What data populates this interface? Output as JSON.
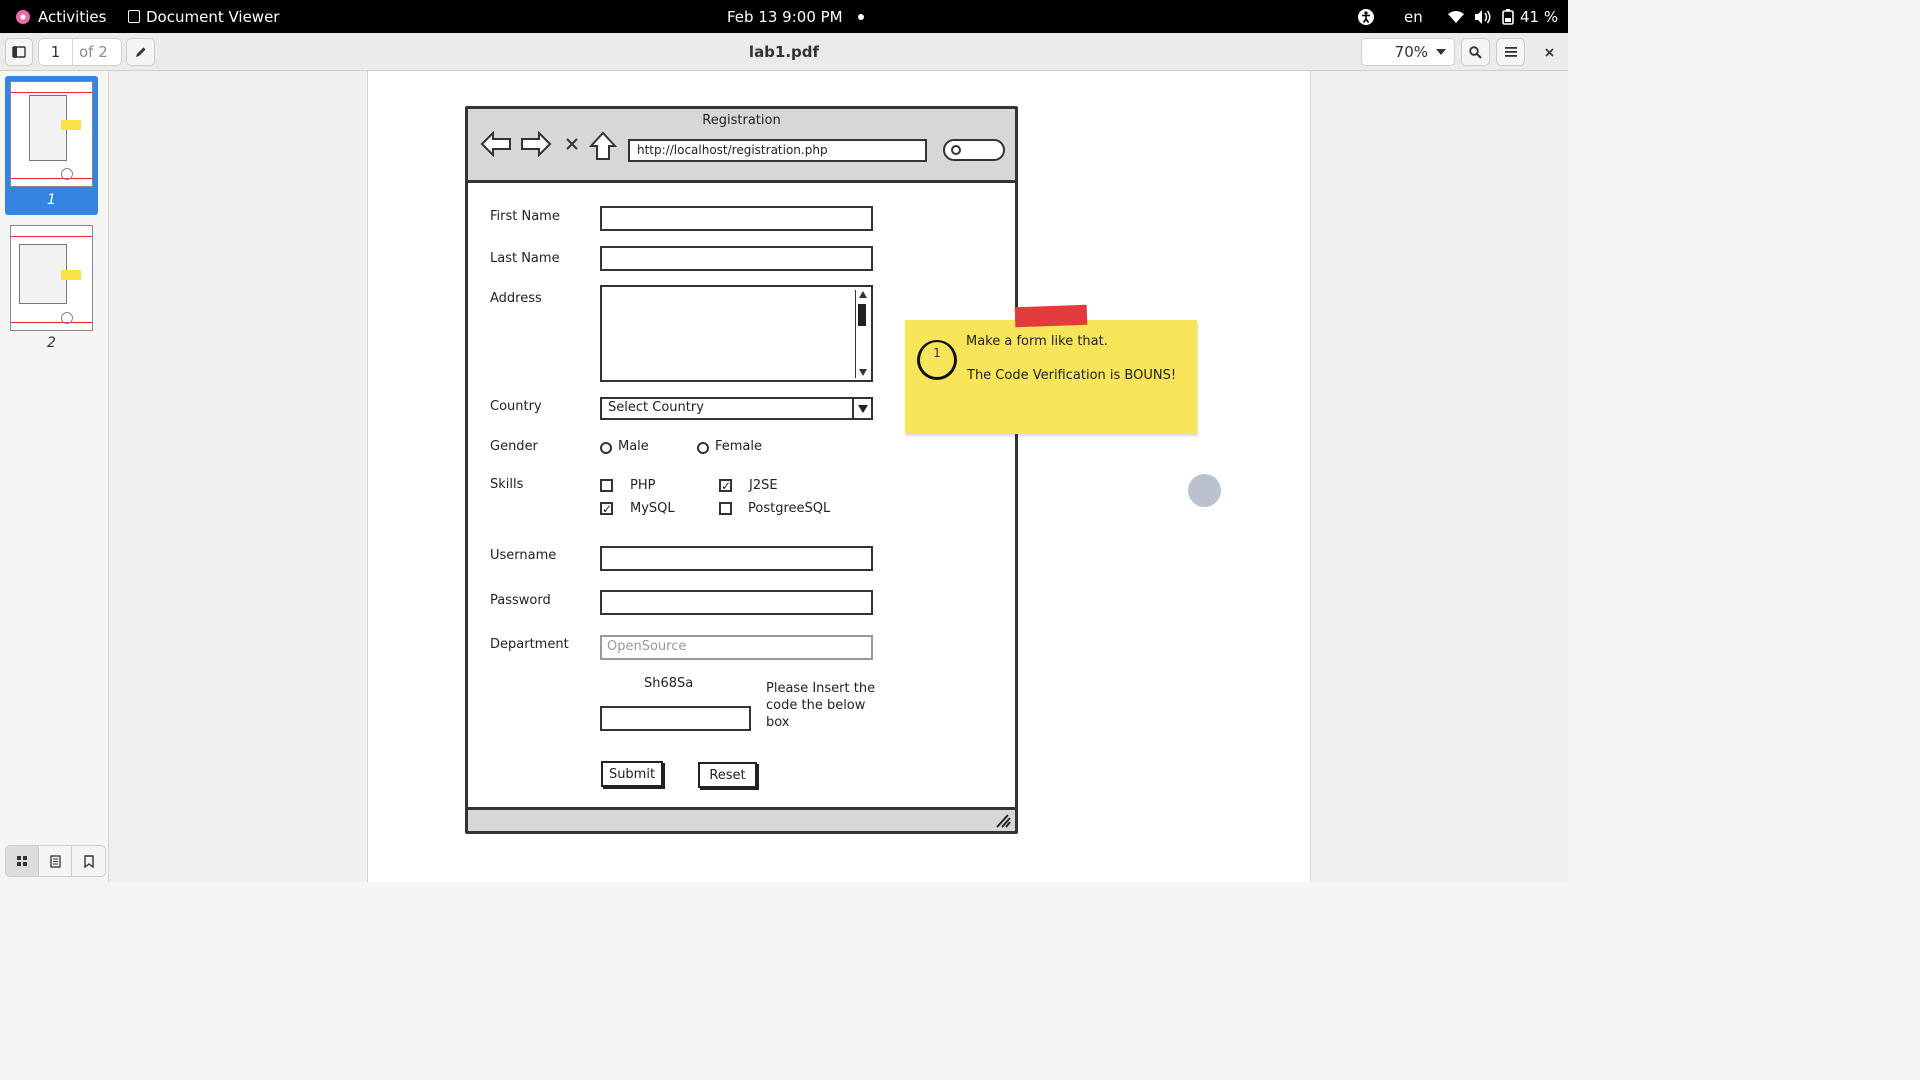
{
  "topbar": {
    "activities": "Activities",
    "app_name": "Document Viewer",
    "datetime": "Feb 13  9:00 PM",
    "language": "en",
    "battery": "41 %"
  },
  "headerbar": {
    "current_page": "1",
    "page_count": "of 2",
    "title": "lab1.pdf",
    "zoom": "70%"
  },
  "sidebar": {
    "thumbnails": [
      {
        "label": "1",
        "selected": true
      },
      {
        "label": "2",
        "selected": false
      }
    ]
  },
  "mockup": {
    "window_title": "Registration",
    "url": "http://localhost/registration.php",
    "labels": {
      "first_name": "First Name",
      "last_name": "Last Name",
      "address": "Address",
      "country": "Country",
      "gender": "Gender",
      "skills": "Skills",
      "username": "Username",
      "password": "Password",
      "department": "Department"
    },
    "country_select": "Select Country",
    "gender_options": [
      "Male",
      "Female"
    ],
    "skills": [
      {
        "label": "PHP",
        "checked": false
      },
      {
        "label": "J2SE",
        "checked": true
      },
      {
        "label": "MySQL",
        "checked": true
      },
      {
        "label": "PostgreeSQL",
        "checked": false
      }
    ],
    "department_placeholder": "OpenSource",
    "captcha_code": "Sh68Sa",
    "captcha_hint": "Please Insert the code the below box",
    "submit": "Submit",
    "reset": "Reset"
  },
  "sticky_note": {
    "number": "1",
    "line1": "Make a form like that.",
    "line2": "The Code Verification is BOUNS!"
  }
}
